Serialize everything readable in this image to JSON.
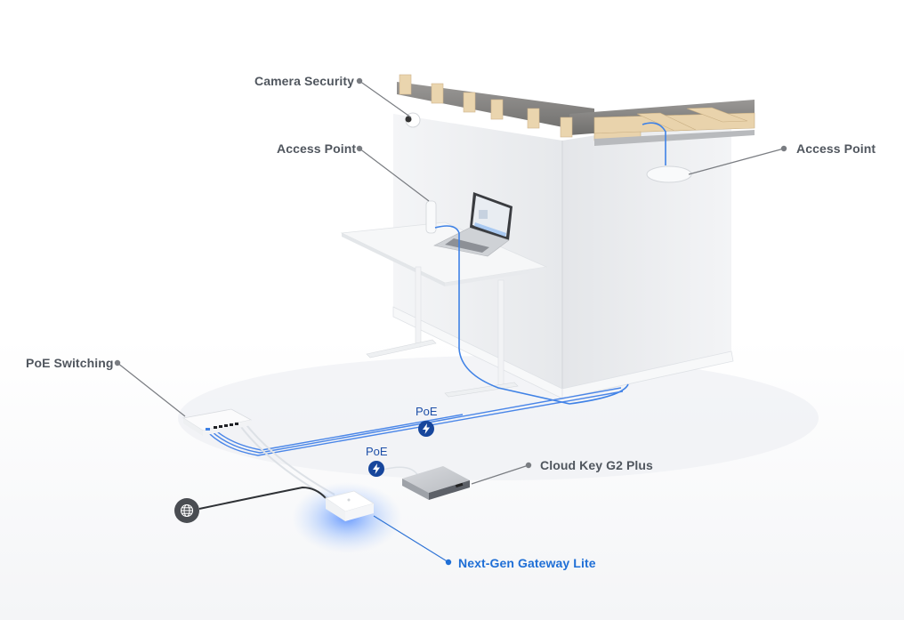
{
  "labels": {
    "camera_security": "Camera Security",
    "access_point_left": "Access Point",
    "access_point_right": "Access Point",
    "poe_switching": "PoE Switching",
    "cloud_key": "Cloud Key G2 Plus",
    "gateway": "Next-Gen Gateway Lite"
  },
  "poe_markers": [
    {
      "text": "PoE",
      "icon": "lightning-bolt-icon"
    },
    {
      "text": "PoE",
      "icon": "lightning-bolt-icon"
    }
  ],
  "icons": {
    "internet": "globe-icon",
    "poe": "lightning-bolt-icon"
  },
  "colors": {
    "label_text": "#50565e",
    "highlight_text": "#1f6fd6",
    "cable_blue": "#3f82e6",
    "poe_badge": "#17469c",
    "leader_line": "#7a7d82",
    "globe_bg": "#4a4d52",
    "wood": "#e9d3ac",
    "concrete": "#8b8a88",
    "wall": "#eef0f2"
  }
}
